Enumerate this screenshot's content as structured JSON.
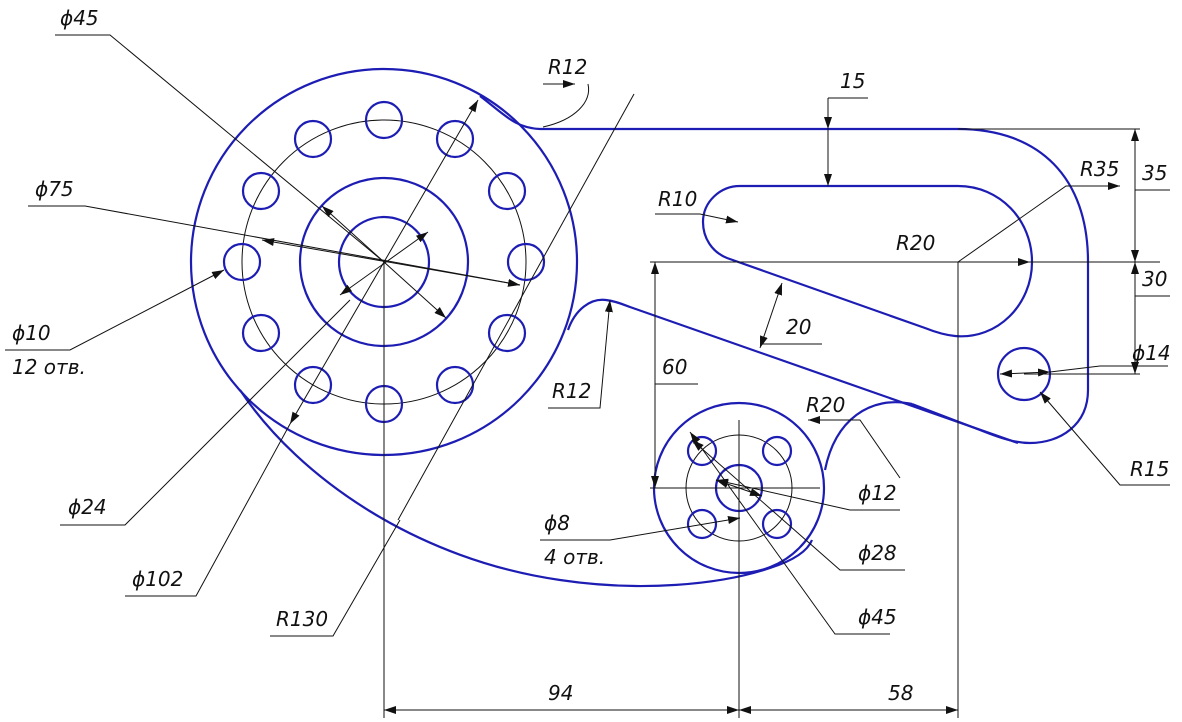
{
  "colors": {
    "outline": "#1d1db4",
    "dimension": "#111111",
    "background": "#ffffff"
  },
  "labels": {
    "d45_top": "ϕ45",
    "r12_top": "R12",
    "d15": "15",
    "r35": "R35",
    "d35": "35",
    "d75": "ϕ75",
    "r10": "R10",
    "r20_slot": "R20",
    "d30": "30",
    "d20": "20",
    "d14": "ϕ14",
    "d10": "ϕ10",
    "holes12": "12 отв.",
    "r12_left": "R12",
    "d60": "60",
    "r20_hub": "R20",
    "r15": "R15",
    "d12": "ϕ12",
    "d24": "ϕ24",
    "d8": "ϕ8",
    "holes4": "4 отв.",
    "d28": "ϕ28",
    "d102": "ϕ102",
    "d45_small": "ϕ45",
    "r130": "R130",
    "d94": "94",
    "d58": "58"
  }
}
